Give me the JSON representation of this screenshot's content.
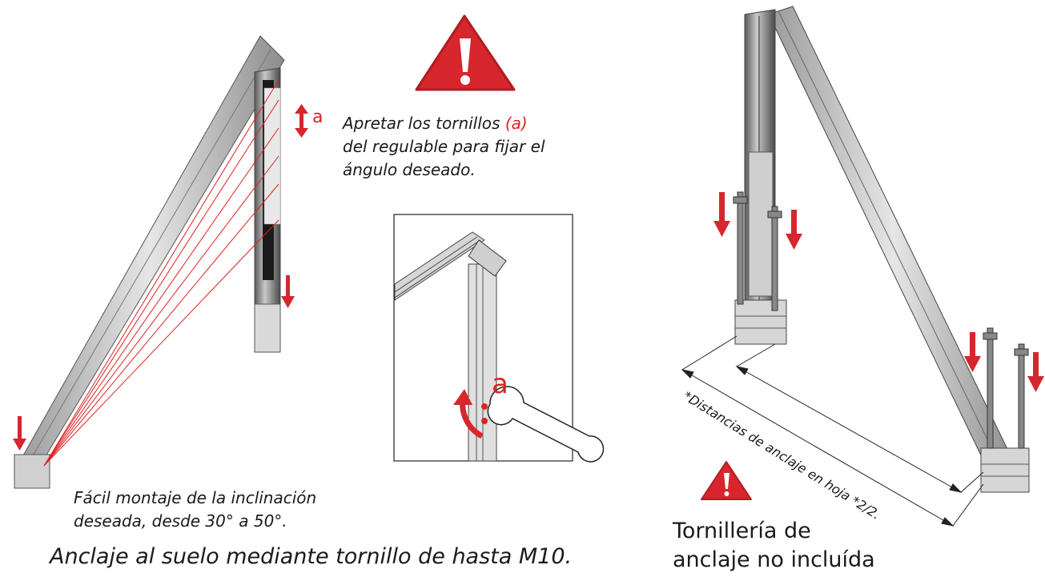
{
  "labels": {
    "a_small": "a",
    "a_detail": "a",
    "tighten_pre": "Apretar los tornillos ",
    "tighten_ref": "(a)",
    "tighten_post": "\ndel regulable para fijar el\nángulo deseado.",
    "easy_mount": "Fácil montaje de la inclinación\ndeseada, desde 30° a 50°.",
    "ground_anchor": "Anclaje al suelo mediante tornillo de hasta M10.",
    "bolts_not_included": "Tornillería de\nanclaje no incluída",
    "anchor_distances": "*Distancias de anclaje en hoja *2/2."
  },
  "colors": {
    "warning_red": "#d7262d",
    "arrow_red": "#e02020",
    "metal_light": "#cfcfcf",
    "metal_dark": "#7a7a7a",
    "text": "#1a1a1a"
  },
  "icons": [
    "warning-triangle-icon",
    "down-arrow-icon",
    "double-arrow-icon",
    "rotate-arrow-icon",
    "wrench-icon"
  ]
}
